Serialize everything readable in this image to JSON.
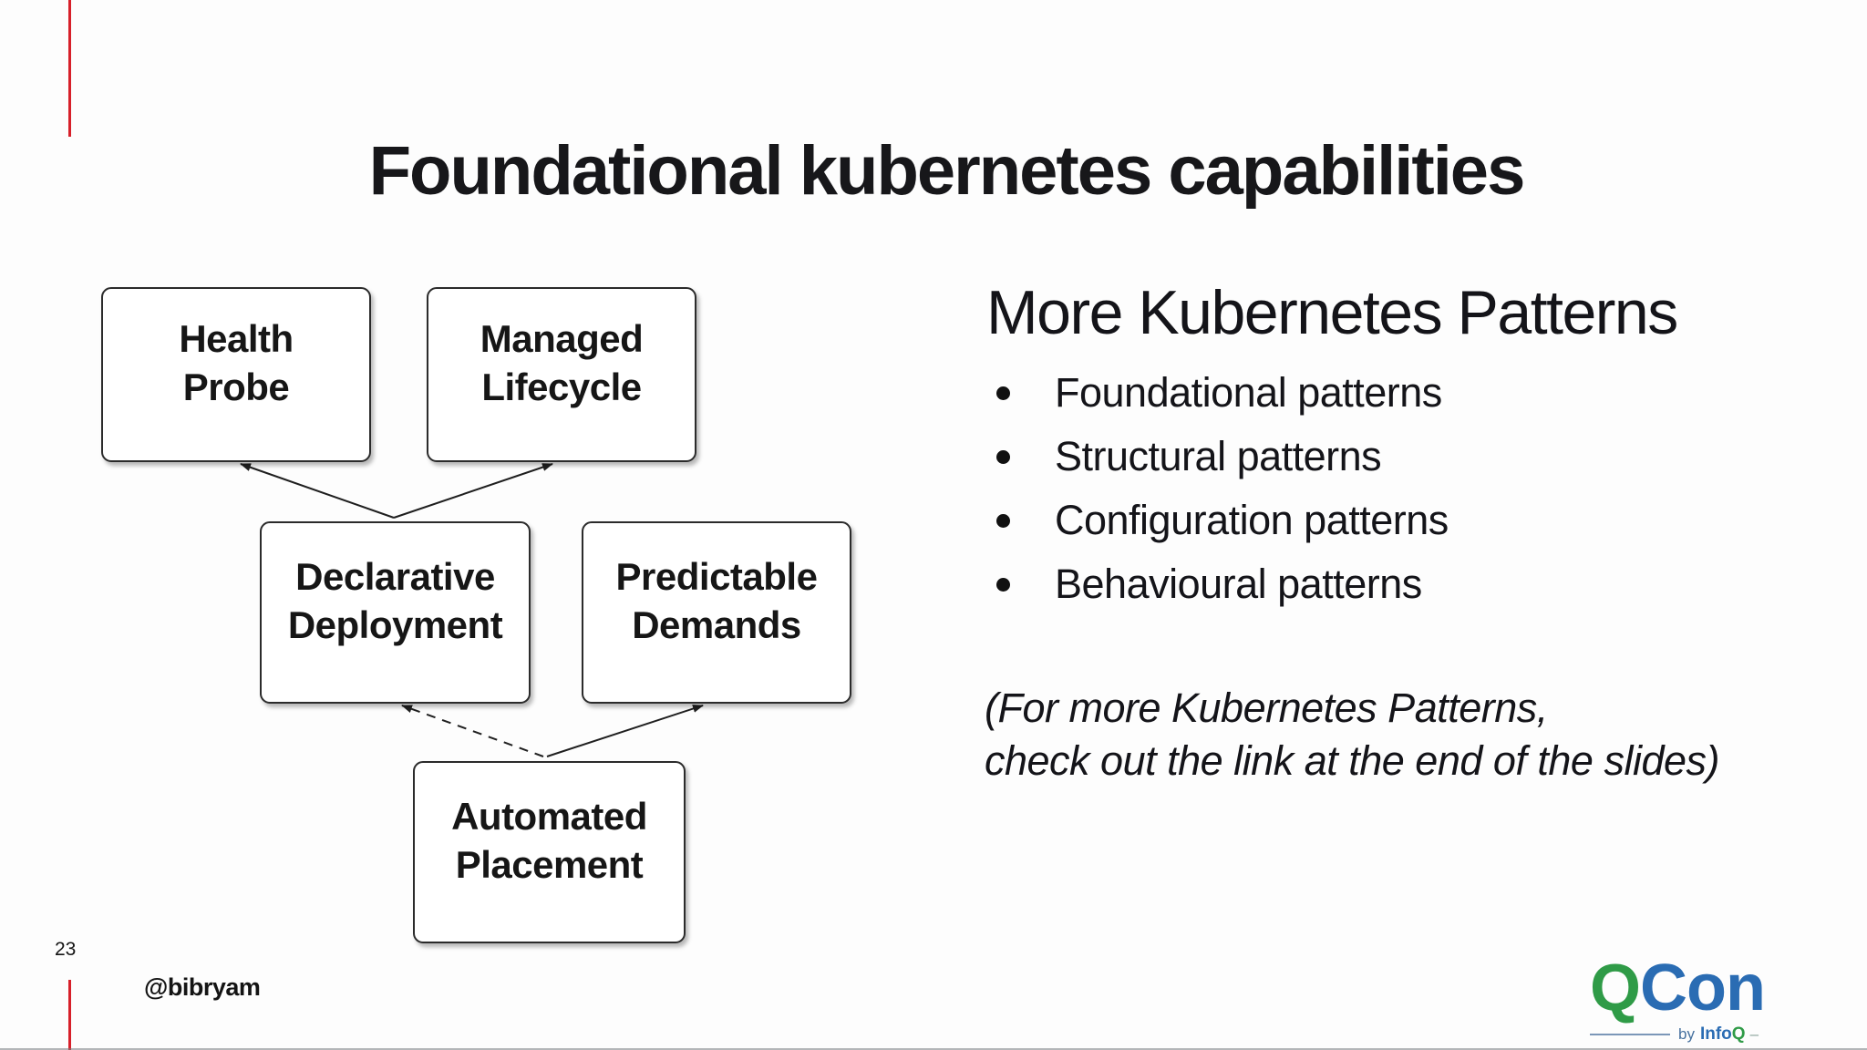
{
  "slide": {
    "title": "Foundational kubernetes capabilities",
    "page_number": "23",
    "author_handle": "@bibryam"
  },
  "diagram": {
    "boxes": [
      {
        "id": "health-probe",
        "label": "Health\nProbe"
      },
      {
        "id": "managed-lifecycle",
        "label": "Managed\nLifecycle"
      },
      {
        "id": "declarative-deployment",
        "label": "Declarative\nDeployment"
      },
      {
        "id": "predictable-demands",
        "label": "Predictable\nDemands"
      },
      {
        "id": "automated-placement",
        "label": "Automated\nPlacement"
      }
    ],
    "connections": [
      {
        "from": "declarative-deployment",
        "to": "health-probe",
        "style": "solid"
      },
      {
        "from": "declarative-deployment",
        "to": "managed-lifecycle",
        "style": "solid"
      },
      {
        "from": "automated-placement",
        "to": "declarative-deployment",
        "style": "dashed"
      },
      {
        "from": "automated-placement",
        "to": "predictable-demands",
        "style": "solid"
      }
    ]
  },
  "patterns_panel": {
    "heading": "More Kubernetes Patterns",
    "bullets": [
      "Foundational patterns",
      "Structural patterns",
      "Configuration patterns",
      "Behavioural patterns"
    ],
    "note_line1": "(For more Kubernetes Patterns,",
    "note_line2": "check out the link at the end of the slides)"
  },
  "logo": {
    "qcon_q": "Q",
    "qcon_con": "Con",
    "by": "by",
    "info": "Info",
    "info_q": "Q",
    "dash": "–"
  },
  "colors": {
    "accent_red": "#d7202a",
    "logo_green": "#2f9b47",
    "logo_blue": "#2a6cb3",
    "text": "#17171a"
  }
}
